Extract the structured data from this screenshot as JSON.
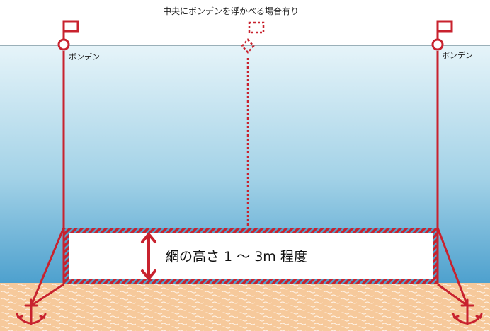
{
  "diagram": {
    "top_note": "中央にボンデンを浮かべる場合有り",
    "buoy_left_label": "ボンデン",
    "buoy_right_label": "ボンデン",
    "net_height_label": "網の高さ 1 ～ 3m 程度"
  },
  "colors": {
    "rope": "#c8222e",
    "water_top": "#e4f3f8",
    "water_bottom": "#4fa3cf",
    "sand": "#f6c99b",
    "sand_texture": "#ffffff",
    "net_fill": "#ffffff",
    "text": "#222222"
  },
  "icons": [
    "flag-icon",
    "buoy-icon",
    "anchor-icon",
    "double-arrow-icon"
  ]
}
